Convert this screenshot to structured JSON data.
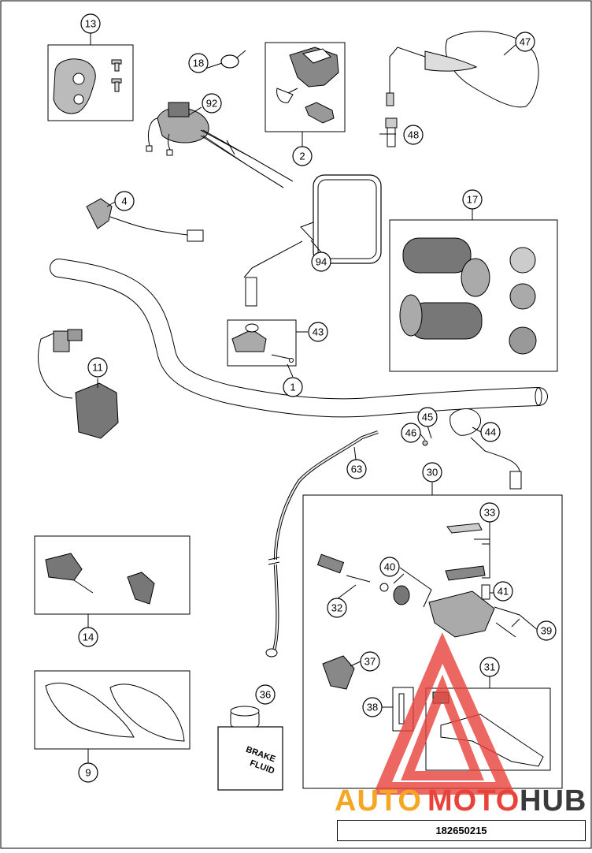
{
  "diagram": {
    "callouts": [
      "13",
      "18",
      "92",
      "2",
      "47",
      "48",
      "4",
      "17",
      "94",
      "43",
      "11",
      "1",
      "45",
      "46",
      "44",
      "63",
      "30",
      "33",
      "40",
      "41",
      "32",
      "39",
      "14",
      "37",
      "31",
      "38",
      "36",
      "9"
    ],
    "bottle_label": [
      "BRAKE",
      "FLUID"
    ]
  },
  "footer": {
    "part_code": "182650215"
  },
  "watermark": {
    "word_auto": "AUTO",
    "word_moto": "MOTO",
    "word_hub": "HUB",
    "color_orange": "#f5a623",
    "color_red": "#e8423a",
    "color_dark": "#3a3a3a"
  }
}
